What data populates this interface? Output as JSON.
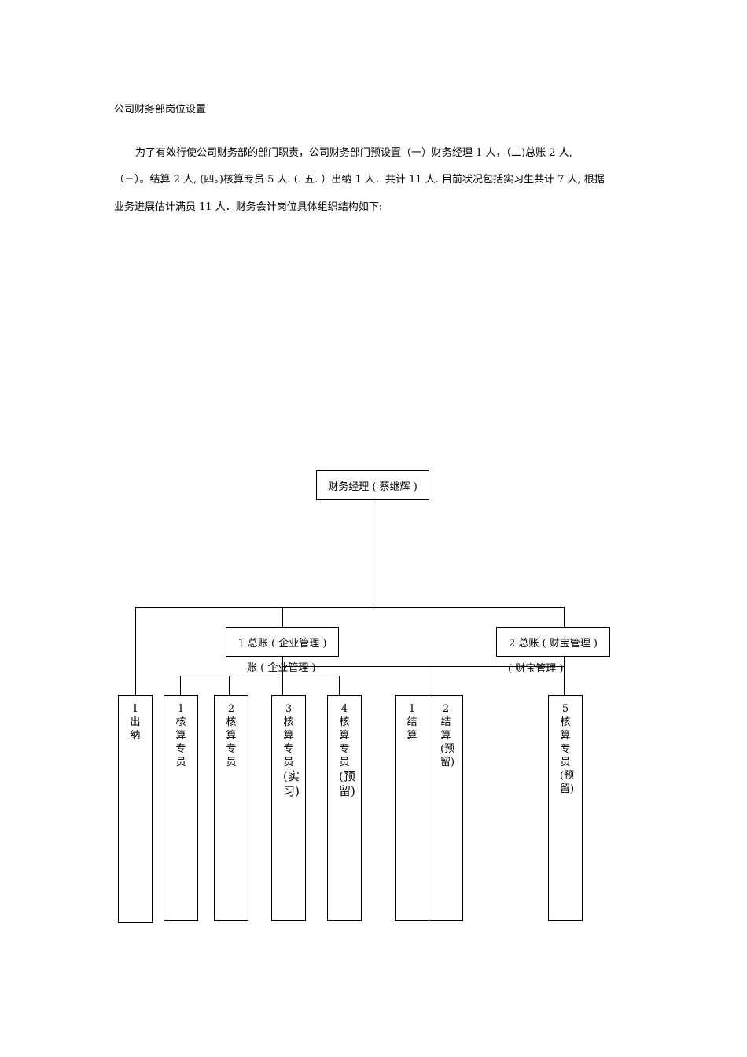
{
  "document": {
    "title": "公司财务部岗位设置",
    "para_line1": "为了有效行使公司财务部的部门职责，公司财务部门预设置（一）财务经理 1 人，（二)总账 2 人,",
    "para_line2": "（三）。结算 2 人, (四。)核算专员 5 人. (. 五. ）出纳 1 人．共计 11 人. 目前状况包括实习生共计 7 人, 根据",
    "para_line3": "业务进展估计满员 11 人．财务会计岗位具体组织结构如下:"
  },
  "org_chart": {
    "manager": "财务经理 ( 蔡继辉 )",
    "gl1": "1 总账 ( 企业管理 )",
    "gl2": "2 总账 ( 财宝管理 )",
    "overlap_left": "账 ( 企业管理 )",
    "overlap_right": "( 财宝管理 )",
    "cashier": "1出纳",
    "acct1": "1核算专员",
    "acct2": "2核算专员",
    "acct3_a": "3核算专员",
    "acct3_b": "(实习)",
    "acct4_a": "4核算专员",
    "acct4_b": "(预留)",
    "settle1": "1结算",
    "settle2": "2结算(预留)",
    "acct5": "5核算专员(预留)"
  }
}
